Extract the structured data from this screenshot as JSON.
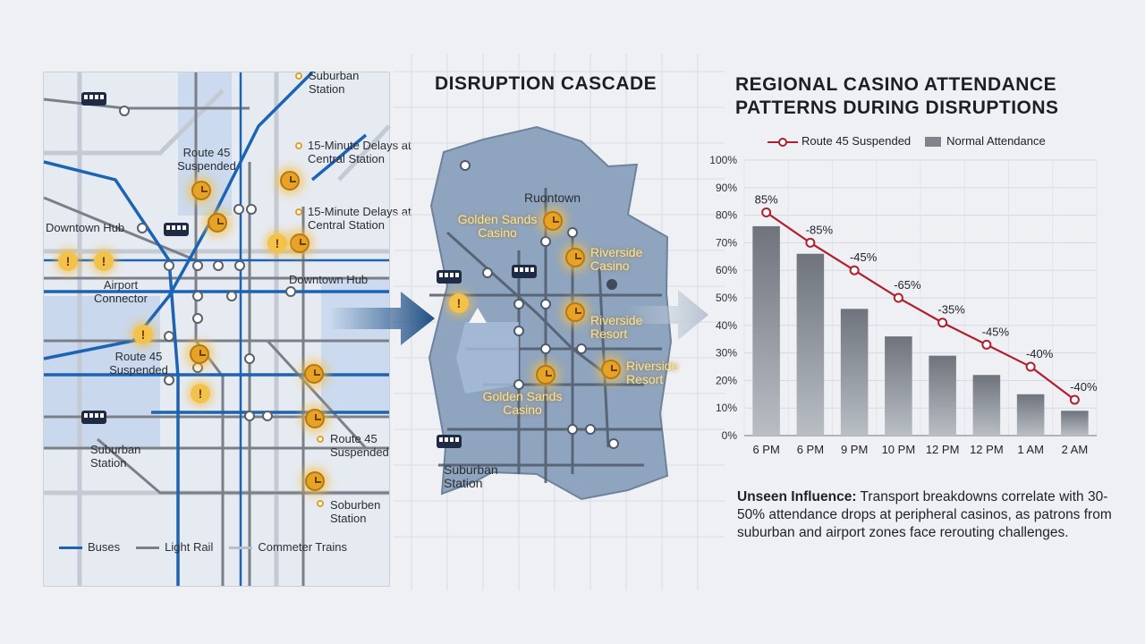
{
  "left_map": {
    "labels": {
      "suburban_station_top": "Suburban Station",
      "route45_top": "Route 45 Suspended",
      "delays_1": "15-Minute Delays at Central Station",
      "delays_2": "15-Minute Delays at Central Station",
      "downtown_hub_left": "Downtown Hub",
      "downtown_hub_right": "Downtown Hub",
      "airport_connector": "Airport Connector",
      "route45_mid": "Route 45 Suspended",
      "suburban_station_bottom": "Suburban Station",
      "route45_right": "Route 45 Suspended",
      "soburben_station": "Soburben Station"
    },
    "legend": {
      "buses": "Buses",
      "light_rail": "Light Rail",
      "commuter_trains": "Commeter Trains"
    },
    "colors": {
      "buses": "#1d63b3",
      "light_rail": "#7a7f88",
      "commuter": "#b8bec8",
      "alert": "#e7a326"
    }
  },
  "middle": {
    "title": "DISRUPTION CASCADE",
    "labels": {
      "ruontown": "Ruontown",
      "golden_sands_1": "Golden Sands Casino",
      "riverside_casino": "Riverside Casino",
      "riverside_resort_1": "Riverside Resort",
      "riverside_resort_2": "Riverside Resort",
      "golden_sands_2": "Golden Sands Casino",
      "suburban_station": "Suburban Station"
    },
    "region_color": "#8fa5bf"
  },
  "chart": {
    "title_line1": "REGIONAL CASINO ATTENDANCE",
    "title_line2": "PATTERNS DURING DISRUPTIONS",
    "legend_line": "Route 45 Suspended",
    "legend_bar": "Normal Attendance",
    "insight_bold": "Unseen Influence:",
    "insight_text": "Transport breakdowns correlate with 30-50% attendance drops at peripheral casinos, as patrons from suburban and airport zones face rerouting challenges."
  },
  "chart_data": {
    "type": "bar",
    "categories": [
      "6 PM",
      "6 PM",
      "9 PM",
      "10 PM",
      "12 PM",
      "12 PM",
      "1 AM",
      "2 AM"
    ],
    "ylim": [
      0,
      100
    ],
    "yticks": [
      "0%",
      "10%",
      "20%",
      "30%",
      "40%",
      "50%",
      "60%",
      "70%",
      "80%",
      "90%",
      "100%"
    ],
    "grid": true,
    "series": [
      {
        "name": "Normal Attendance",
        "kind": "bar",
        "color": "#8a8f97",
        "values": [
          76,
          66,
          46,
          36,
          29,
          22,
          15,
          9
        ]
      },
      {
        "name": "Route 45 Suspended",
        "kind": "line",
        "color": "#b01f2e",
        "values": [
          81,
          70,
          60,
          50,
          41,
          33,
          25,
          13
        ],
        "labels": [
          "85%",
          "-85%",
          "-45%",
          "-65%",
          "-35%",
          "-45%",
          "-40%",
          "-40%"
        ]
      }
    ]
  }
}
